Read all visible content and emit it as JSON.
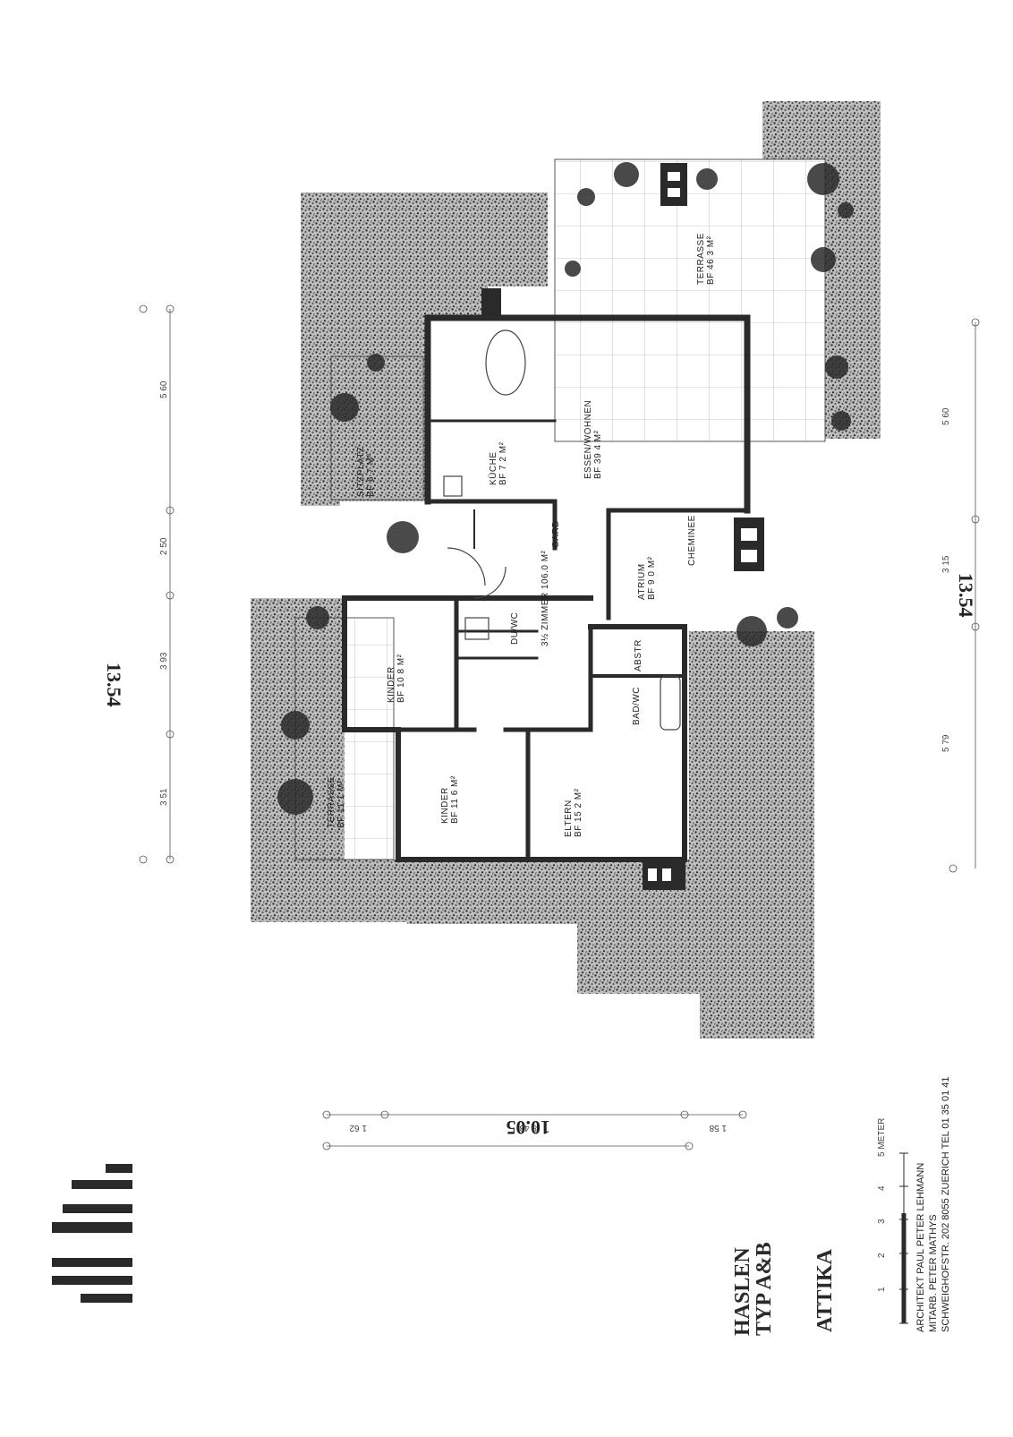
{
  "plan": {
    "dimension_top": "13.54",
    "dimension_bottom": "13.54",
    "dimension_left": "10.05",
    "dims_top": [
      "5 60",
      "2 50",
      "3 93",
      "3 51"
    ],
    "dims_bottom": [
      "5 60",
      "3 15",
      "5 79"
    ],
    "dims_left": [
      "1 62",
      "8 43",
      "1 58"
    ],
    "apartment_type": "3½ ZIMMER 106.0 M²",
    "rooms": {
      "terrasse_east": "TERRASSE\nBF 46 3 M²",
      "sitzplatz": "SITZPLATZ\nBF 6 7 M²",
      "kueche": "KÜCHE\nBF 7 2 M²",
      "essen_wohnen": "ESSEN/WOHNEN\nBF 39 4 M²",
      "gard": "GARD",
      "cheminee": "CHEMINEE",
      "atrium": "ATRIUM\nBF 9 0 M²",
      "du_wc": "DU/WC",
      "abstr": "ABSTR",
      "bad_wc": "BAD/WC",
      "kinder_1": "KINDER\nBF 10 8 M²",
      "kinder_2": "KINDER\nBF 11 6 M²",
      "eltern": "ELTERN\nBF 15 2 M²",
      "terrasse_west": "TERRASSE\nBF 11 1 M²"
    }
  },
  "titleblock": {
    "logo": "albis",
    "project_line1": "HASLEN",
    "project_line2": "TYP A&B",
    "level": "ATTIKA",
    "scale_numbers": [
      "1",
      "2",
      "3",
      "4",
      "5 METER"
    ],
    "architect_line1": "ARCHITEKT PAUL PETER LEHMANN",
    "architect_line2": "MITARB. PETER MATHYS",
    "architect_line3": "SCHWEIGHOFSTR. 202 8055 ZUERICH TEL 01 35 01 41"
  },
  "colors": {
    "ink": "#2a2a2a",
    "gravel": "#8a8a8a",
    "paper": "#ffffff"
  }
}
